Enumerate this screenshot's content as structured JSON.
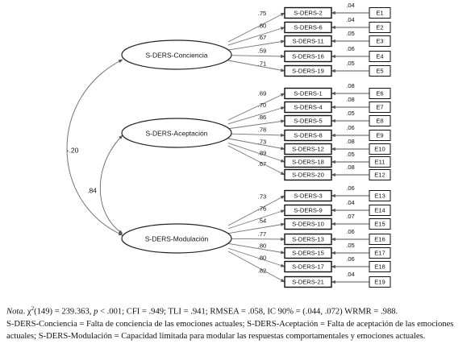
{
  "factors": [
    {
      "id": "conciencia",
      "label": "S-DERS-Conciencia"
    },
    {
      "id": "aceptacion",
      "label": "S-DERS-Aceptación"
    },
    {
      "id": "modulacion",
      "label": "S-DERS-Modulación"
    }
  ],
  "correlations": [
    {
      "from": "conciencia",
      "to": "modulacion",
      "value": "-.20"
    },
    {
      "from": "aceptacion",
      "to": "modulacion",
      "value": ".84"
    }
  ],
  "items": [
    {
      "factor": "conciencia",
      "label": "S-DERS-2",
      "loading": ".75",
      "error": "E1",
      "error_value": ".04"
    },
    {
      "factor": "conciencia",
      "label": "S-DERS-6",
      "loading": ".80",
      "error": "E2",
      "error_value": ".04"
    },
    {
      "factor": "conciencia",
      "label": "S-DERS-11",
      "loading": ".67",
      "error": "E3",
      "error_value": ".05"
    },
    {
      "factor": "conciencia",
      "label": "S-DERS-16",
      "loading": ".59",
      "error": "E4",
      "error_value": ".06"
    },
    {
      "factor": "conciencia",
      "label": "S-DERS-19",
      "loading": ".71",
      "error": "E5",
      "error_value": ".05"
    },
    {
      "factor": "aceptacion",
      "label": "S-DERS-1",
      "loading": ".69",
      "error": "E6",
      "error_value": ".08"
    },
    {
      "factor": "aceptacion",
      "label": "S-DERS-4",
      "loading": ".70",
      "error": "E7",
      "error_value": ".08"
    },
    {
      "factor": "aceptacion",
      "label": "S-DERS-5",
      "loading": ".86",
      "error": "E8",
      "error_value": ".05"
    },
    {
      "factor": "aceptacion",
      "label": "S-DERS-8",
      "loading": ".78",
      "error": "E9",
      "error_value": ".06"
    },
    {
      "factor": "aceptacion",
      "label": "S-DERS-12",
      "loading": ".73",
      "error": "E10",
      "error_value": ".08"
    },
    {
      "factor": "aceptacion",
      "label": "S-DERS-18",
      "loading": ".89",
      "error": "E11",
      "error_value": ".05"
    },
    {
      "factor": "aceptacion",
      "label": "S-DERS-20",
      "loading": ".67",
      "error": "E12",
      "error_value": ".08"
    },
    {
      "factor": "modulacion",
      "label": "S-DERS-3",
      "loading": ".73",
      "error": "E13",
      "error_value": ".06"
    },
    {
      "factor": "modulacion",
      "label": "S-DERS-9",
      "loading": ".76",
      "error": "E14",
      "error_value": ".04"
    },
    {
      "factor": "modulacion",
      "label": "S-DERS-10",
      "loading": ".54",
      "error": "E15",
      "error_value": ".07"
    },
    {
      "factor": "modulacion",
      "label": "S-DERS-13",
      "loading": ".77",
      "error": "E16",
      "error_value": ".06"
    },
    {
      "factor": "modulacion",
      "label": "S-DERS-15",
      "loading": ".80",
      "error": "E17",
      "error_value": ".05"
    },
    {
      "factor": "modulacion",
      "label": "S-DERS-17",
      "loading": ".80",
      "error": "E18",
      "error_value": ".06"
    },
    {
      "factor": "modulacion",
      "label": "S-DERS-21",
      "loading": ".82",
      "error": "E19",
      "error_value": ".04"
    }
  ],
  "note": {
    "lead": "Nota",
    "fit_parts": [
      ". χ",
      "2",
      "(149) = 239.363, ",
      "p",
      " < .001; CFI = .949; TLI = .941; RMSEA = .058, IC 90% = (.044, .072) WRMR = .988."
    ],
    "definitions": "S-DERS-Conciencia = Falta de conciencia de las emociones actuales; S-DERS-Aceptación = Falta de aceptación de las emociones actuales; S-DERS-Modulación = Capacidad limitada para modular las respuestas comportamentales y emociones actuales."
  }
}
